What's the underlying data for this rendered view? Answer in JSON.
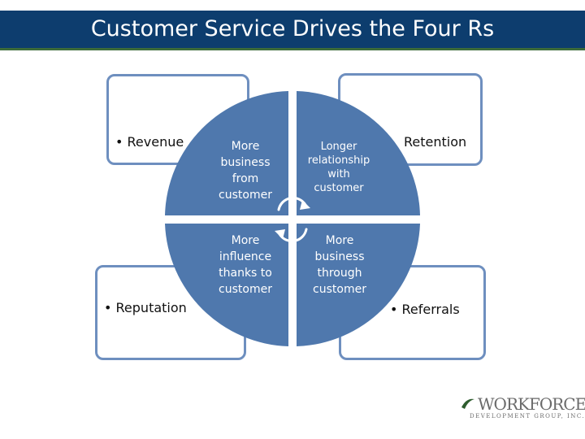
{
  "slide": {
    "title": "Customer Service Drives the Four Rs"
  },
  "boxes": {
    "revenue": "• Revenue",
    "retention": "Retention",
    "reputation": "• Reputation",
    "referrals": "• Referrals"
  },
  "quadrants": {
    "top_left": [
      "More",
      "business",
      "from",
      "customer"
    ],
    "top_right": [
      "Longer",
      "relationship",
      "with",
      "customer"
    ],
    "bottom_left": [
      "More",
      "influence",
      "thanks to",
      "customer"
    ],
    "bottom_right": [
      "More",
      "business",
      "through",
      "customer"
    ]
  },
  "logo": {
    "main": "WORKFORCE",
    "sub": "DEVELOPMENT GROUP, INC."
  },
  "colors": {
    "title_bar": "#0d3d6e",
    "quadrant_fill": "#4f78ad",
    "box_border": "#6e8fbf",
    "arrows": "#ffffff"
  }
}
